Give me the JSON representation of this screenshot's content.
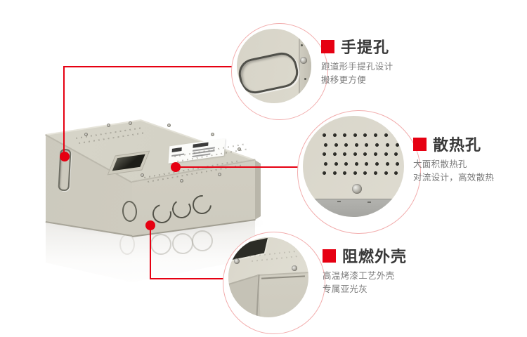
{
  "colors": {
    "accent": "#e60012",
    "circle_ring": "#f2adad",
    "title_text": "#383838",
    "body_text": "#7b7b7b",
    "box_face": "#d4d1c5",
    "background": "#ffffff"
  },
  "callouts": [
    {
      "id": "handle-hole",
      "title": "手提孔",
      "lines": [
        "跑道形手提孔设计",
        "搬移更方便"
      ]
    },
    {
      "id": "vent-holes",
      "title": "散热孔",
      "lines": [
        "大面积散热孔",
        "对流设计，高效散热"
      ]
    },
    {
      "id": "flame-retardant-shell",
      "title": "阻燃外壳",
      "lines": [
        "高温烤漆工艺外壳",
        "专属亚光灰"
      ]
    }
  ],
  "product": {
    "vent_grid": {
      "rows": 5,
      "cols": 8
    }
  }
}
